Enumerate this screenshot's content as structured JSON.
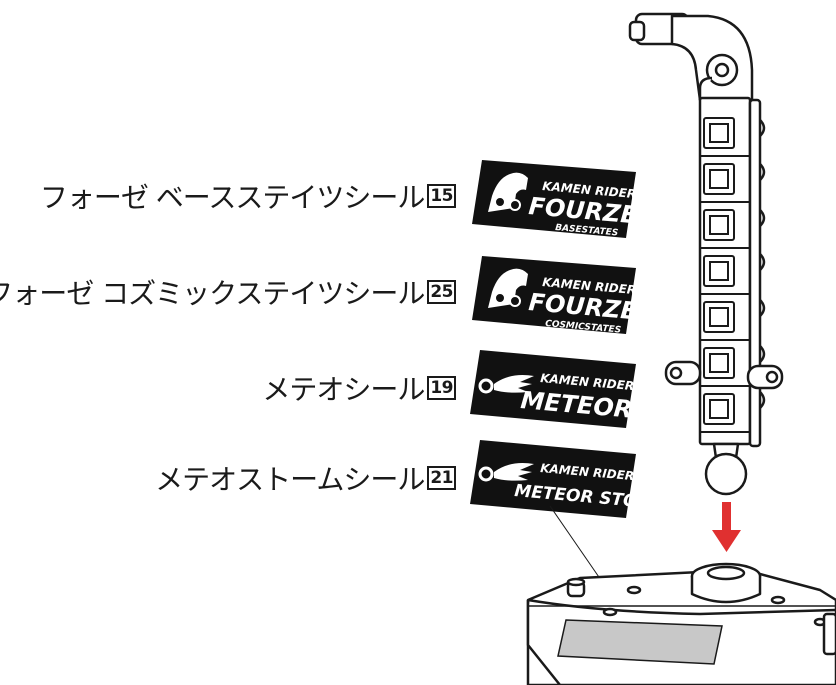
{
  "labels": [
    {
      "text": "フォーゼ ベースステイツシール",
      "num": "15"
    },
    {
      "text": "フォーゼ コズミックステイツシール",
      "num": "25"
    },
    {
      "text": "メテオシール",
      "num": "19"
    },
    {
      "text": "メテオストームシール",
      "num": "21"
    }
  ],
  "stickers": [
    {
      "top": "KAMEN RIDER",
      "main": "FOURZE",
      "sub": "BASESTATES"
    },
    {
      "top": "KAMEN RIDER",
      "main": "FOURZE",
      "sub": "COSMICSTATES"
    },
    {
      "top": "KAMEN RIDER",
      "main": "METEOR",
      "sub": ""
    },
    {
      "top": "KAMEN RIDER",
      "main": "METEOR STORM",
      "sub": ""
    }
  ],
  "colors": {
    "arrow": "#e03030",
    "sticker_bg": "#111111",
    "line": "#1a1a1a"
  }
}
